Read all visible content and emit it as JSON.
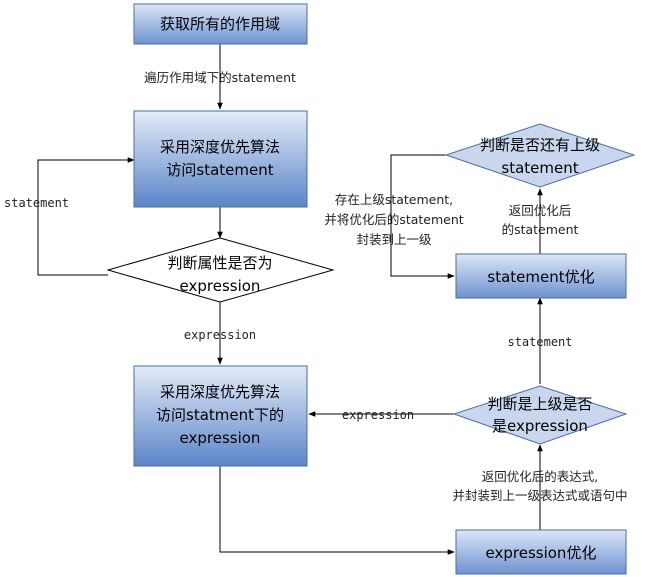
{
  "nodes": {
    "get_scopes": "获取所有的作用域",
    "dfs_statement_1": "采用深度优先算法",
    "dfs_statement_2": "访问statement",
    "judge_expression_1": "判断属性是否为",
    "judge_expression_2": "expression",
    "dfs_expression_1": "采用深度优先算法",
    "dfs_expression_2": "访问statment下的",
    "dfs_expression_3": "expression",
    "expression_opt": "expression优化",
    "judge_parent_expr_1": "判断是上级是否",
    "judge_parent_expr_2": "是expression",
    "statement_opt": "statement优化",
    "judge_parent_stmt_1": "判断是否还有上级",
    "judge_parent_stmt_2": "statement"
  },
  "edges": {
    "traverse_scope": "遍历作用域下的statement",
    "loop_statement": "statement",
    "is_expression": "expression",
    "return_expr_1": "返回优化后的表达式,",
    "return_expr_2": "并封装到上一级表达式或语句中",
    "back_expression": "expression",
    "up_statement": "statement",
    "return_stmt_1": "返回优化后",
    "return_stmt_2": "的statement",
    "has_parent_1": "存在上级statement,",
    "has_parent_2": "并将优化后的statement",
    "has_parent_3": "封装到上一级"
  },
  "colors": {
    "box_fill_top": "#dbe6f5",
    "box_fill_bottom": "#5b86c9",
    "box_stroke": "#4a6fa5",
    "diamond_fill": "#ffffff",
    "diamond_fill_blue": "#c7d6ee",
    "line": "#000000"
  }
}
